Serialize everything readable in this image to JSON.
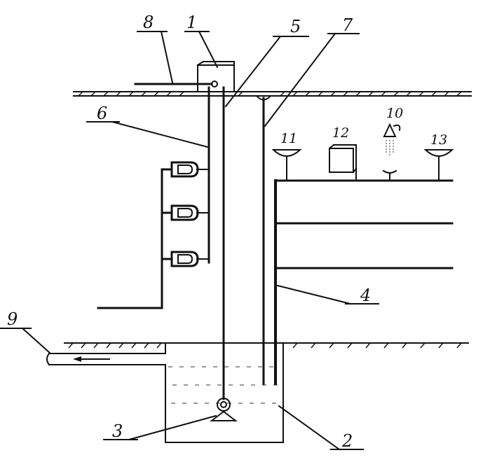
{
  "labels": {
    "l1": "1",
    "l2": "2",
    "l3": "3",
    "l4": "4",
    "l5": "5",
    "l6": "6",
    "l7": "7",
    "l8": "8",
    "l9": "9",
    "l10": "10",
    "l11": "11",
    "l12": "12",
    "l13": "13"
  },
  "colors": {
    "ink": "#111111",
    "background": "#ffffff"
  }
}
